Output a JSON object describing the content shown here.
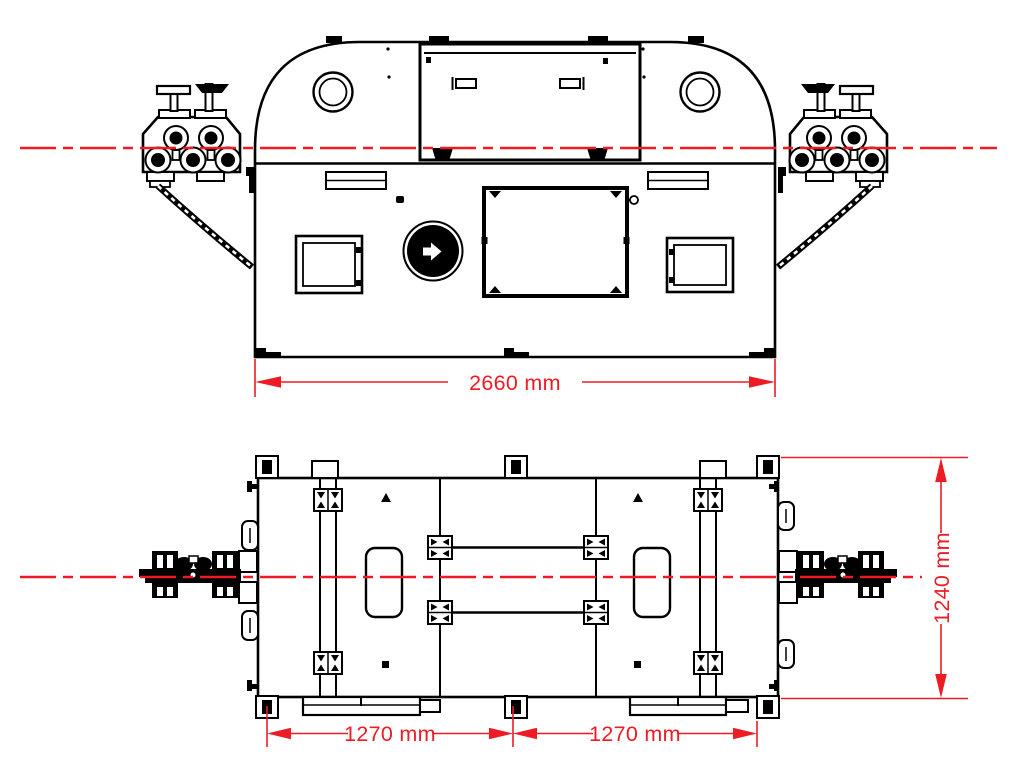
{
  "colors": {
    "dimension_red": "#ED1C24",
    "line": "#000000",
    "background": "#FFFFFF"
  },
  "dimensions": {
    "front_width": "2660 mm",
    "plan_left": "1270 mm",
    "plan_right": "1270 mm",
    "plan_depth": "1240 mm"
  }
}
